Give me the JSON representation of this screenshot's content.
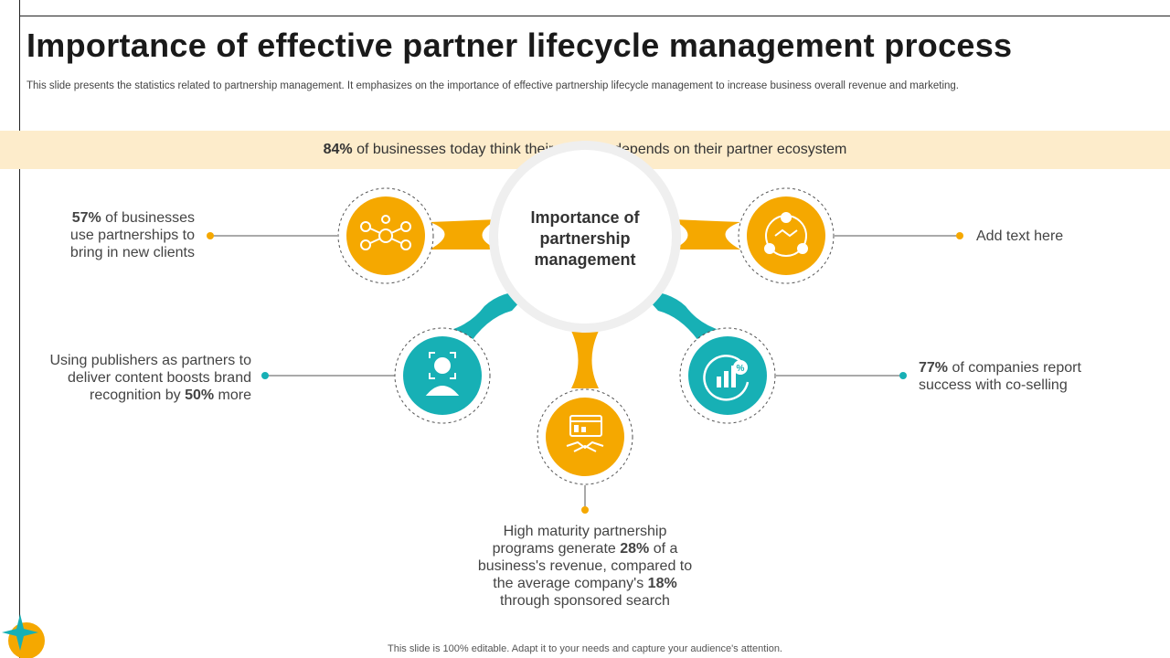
{
  "slide": {
    "title": "Importance of effective partner lifecycle management process",
    "subtitle": "This slide presents the statistics related to partnership management. It emphasizes on the importance of effective partnership lifecycle management to increase business overall revenue and marketing.",
    "banner": {
      "highlight": "84%",
      "text": " of businesses today think their strategy depends on their partner ecosystem"
    },
    "center": {
      "label": "Importance of partnership management"
    },
    "nodes": [
      {
        "id": "top-left",
        "icon": "network-people-icon",
        "color": "#f5a800",
        "text_parts": [
          {
            "b": "57%"
          },
          {
            "t": " of businesses use partnerships to bring in new clients"
          }
        ]
      },
      {
        "id": "top-right",
        "icon": "handshake-team-icon",
        "color": "#f5a800",
        "text_parts": [
          {
            "t": "Add text here"
          }
        ]
      },
      {
        "id": "mid-left",
        "icon": "person-scan-icon",
        "color": "#17b0b5",
        "text_parts": [
          {
            "t": "Using publishers as partners to deliver content boosts brand recognition by "
          },
          {
            "b": "50%"
          },
          {
            "t": " more"
          }
        ]
      },
      {
        "id": "mid-right",
        "icon": "growth-chart-percent-icon",
        "color": "#17b0b5",
        "text_parts": [
          {
            "b": "77%"
          },
          {
            "t": " of companies report success with co-selling"
          }
        ]
      },
      {
        "id": "bottom",
        "icon": "handshake-deal-icon",
        "color": "#f5a800",
        "text_parts": [
          {
            "t": "High maturity partnership programs generate "
          },
          {
            "b": "28%"
          },
          {
            "t": " of a business's revenue, compared to the average company's "
          },
          {
            "b": "18%"
          },
          {
            "t": " through sponsored search"
          }
        ]
      }
    ],
    "footer": "This slide is 100% editable. Adapt it to your needs and capture your audience's attention."
  },
  "colors": {
    "orange": "#f5a800",
    "teal": "#17b0b5",
    "banner": "#fdeccb",
    "ring": "#efefef"
  }
}
